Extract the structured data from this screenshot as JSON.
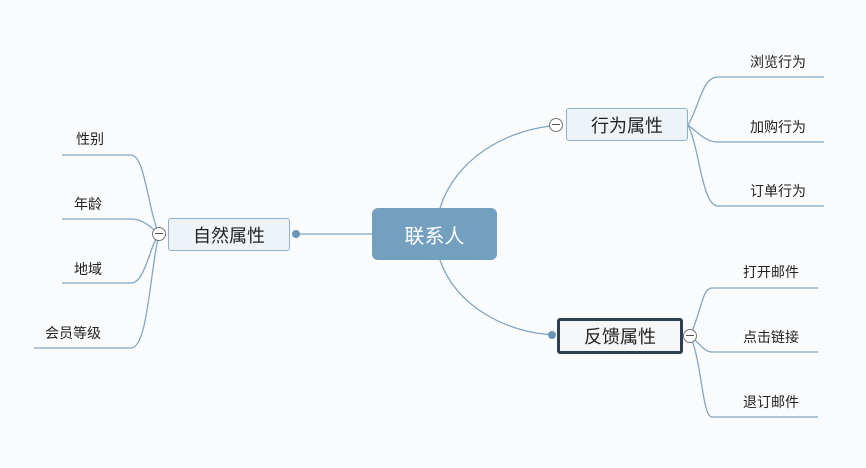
{
  "root": {
    "label": "联系人"
  },
  "branches": {
    "natural": {
      "label": "自然属性",
      "children": [
        "性别",
        "年龄",
        "地域",
        "会员等级"
      ]
    },
    "behavior": {
      "label": "行为属性",
      "children": [
        "浏览行为",
        "加购行为",
        "订单行为"
      ]
    },
    "feedback": {
      "label": "反馈属性",
      "children": [
        "打开邮件",
        "点击链接",
        "退订邮件"
      ]
    }
  },
  "colors": {
    "root_fill": "#74a0c0",
    "line": "#7fa6c4",
    "selected_border": "#2e3f52"
  },
  "icons": [
    "collapse-icon",
    "connector-dot"
  ]
}
